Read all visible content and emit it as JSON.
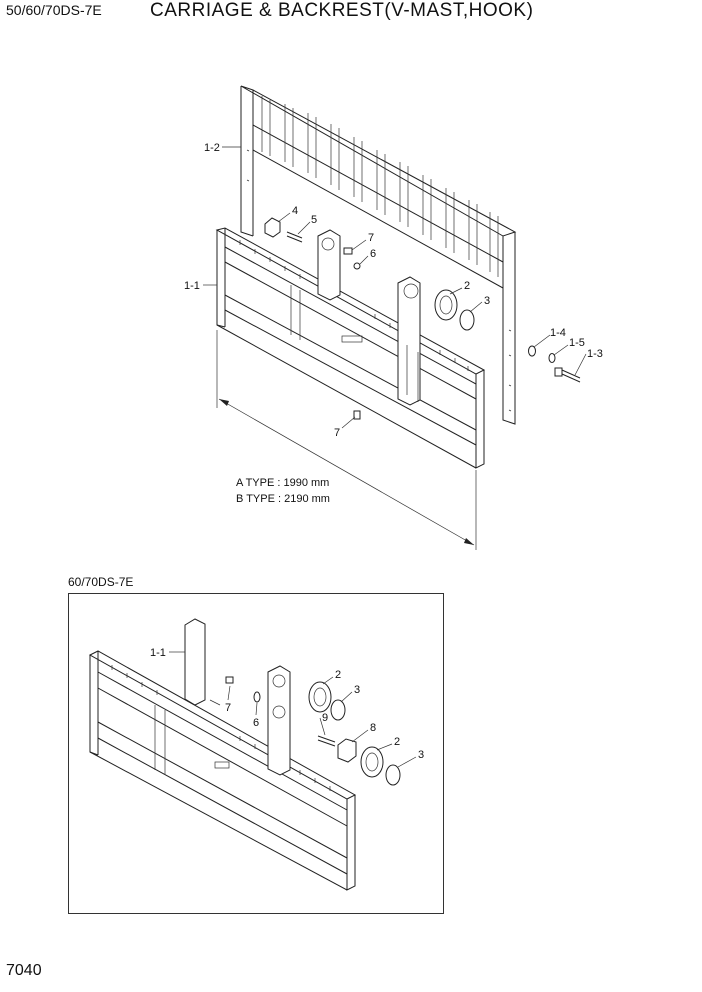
{
  "header": {
    "model_code": "50/60/70DS-7E",
    "title": "CARRIAGE & BACKREST(V-MAST,HOOK)"
  },
  "main_diagram": {
    "callouts": {
      "backrest": "1-2",
      "carriage": "1-1",
      "p4": "4",
      "p5": "5",
      "p7a": "7",
      "p6": "6",
      "p2": "2",
      "p3": "3",
      "p1_4": "1-4",
      "p1_5": "1-5",
      "p1_3": "1-3",
      "p7b": "7"
    },
    "dimension": {
      "a_type": "A TYPE : 1990 mm",
      "b_type": "B TYPE : 2190 mm"
    }
  },
  "inset": {
    "label": "60/70DS-7E",
    "callouts": {
      "carriage": "1-1",
      "p2a": "2",
      "p3a": "3",
      "p7": "7",
      "p6": "6",
      "p9": "9",
      "p8": "8",
      "p2b": "2",
      "p3b": "3"
    }
  },
  "footer": {
    "page_number": "7040"
  }
}
